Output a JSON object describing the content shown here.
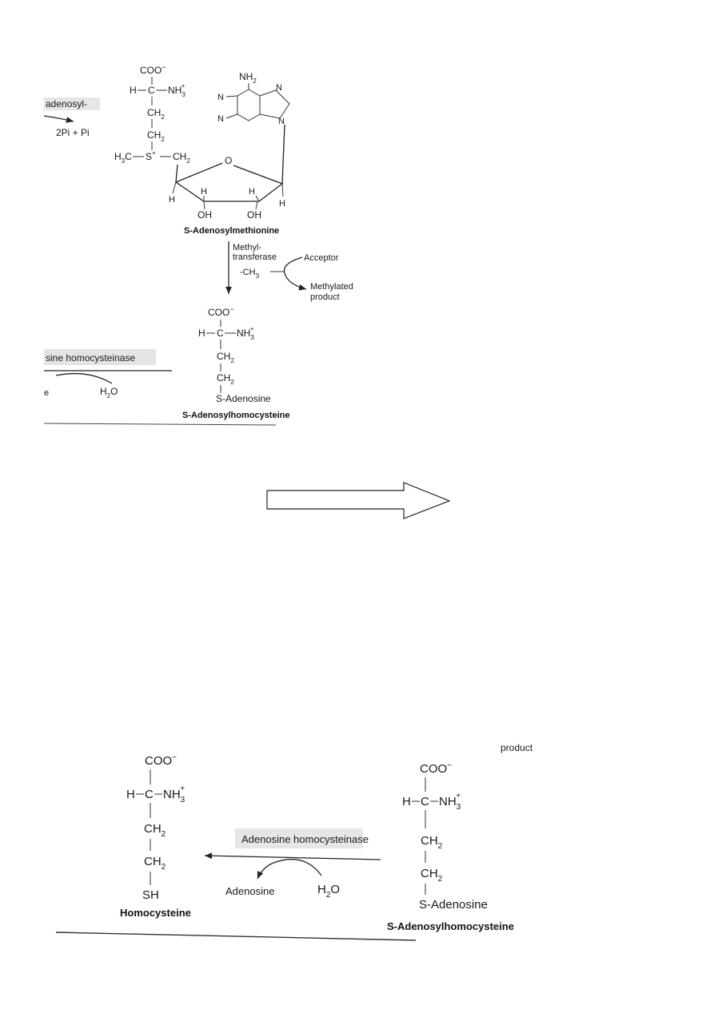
{
  "top": {
    "reaction_left": {
      "label": "adenosyl-",
      "byproduct": "2Pi + Pi"
    },
    "sam": {
      "coo": "COO",
      "coo_charge": "−",
      "h": "H",
      "c": "C",
      "nh": "NH",
      "nh_sub": "3",
      "nh_sup": "+",
      "ch2_a": "CH",
      "ch2_a_sub": "2",
      "ch2_b": "CH",
      "ch2_b_sub": "2",
      "h3c": "H",
      "h3c_sub": "3",
      "h3c_c": "C",
      "s": "S",
      "s_sup": "+",
      "ch2_c": "CH",
      "ch2_c_sub": "2",
      "ring_o": "O",
      "h_left": "H",
      "h_mid1": "H",
      "h_mid2": "H",
      "h_right": "H",
      "oh1": "OH",
      "oh2": "OH",
      "nh2": "NH",
      "nh2_sub": "2",
      "n1": "N",
      "n2": "N",
      "n3": "N",
      "n4": "N",
      "name": "S-Adenosylmethionine"
    },
    "enzyme_line1": "Methyl-",
    "enzyme_line2": "transferase",
    "acceptor": "Acceptor",
    "ch3": "-CH",
    "ch3_sub": "3",
    "methylated_line1": "Methylated",
    "methylated_line2": "product",
    "sah": {
      "coo": "COO",
      "coo_charge": "−",
      "h": "H",
      "c": "C",
      "nh": "NH",
      "nh_sub": "3",
      "nh_sup": "+",
      "ch2_a": "CH",
      "ch2_a_sub": "2",
      "ch2_b": "CH",
      "ch2_b_sub": "2",
      "s_adenosine": "S-Adenosine",
      "name": "S-Adenosylhomocysteine"
    },
    "cut_enzyme": "sine homocysteinase",
    "cut_e": "e",
    "h2o": "H",
    "h2o_sub": "2",
    "h2o_o": "O"
  },
  "bottom": {
    "product": "product",
    "homocysteine": {
      "coo": "COO",
      "coo_charge": "−",
      "h": "H",
      "c": "C",
      "nh": "NH",
      "nh_sub": "3",
      "nh_sup": "+",
      "ch2_a": "CH",
      "ch2_a_sub": "2",
      "ch2_b": "CH",
      "ch2_b_sub": "2",
      "sh": "SH",
      "name": "Homocysteine"
    },
    "enzyme": "Adenosine homocysteinase",
    "adenosine": "Adenosine",
    "h2o": "H",
    "h2o_sub": "2",
    "h2o_o": "O",
    "sah": {
      "coo": "COO",
      "coo_charge": "−",
      "h": "H",
      "c": "C",
      "nh": "NH",
      "nh_sub": "3",
      "nh_sup": "+",
      "ch2_a": "CH",
      "ch2_a_sub": "2",
      "ch2_b": "CH",
      "ch2_b_sub": "2",
      "s_adenosine": "S-Adenosine",
      "name": "S-Adenosylhomocysteine"
    }
  }
}
